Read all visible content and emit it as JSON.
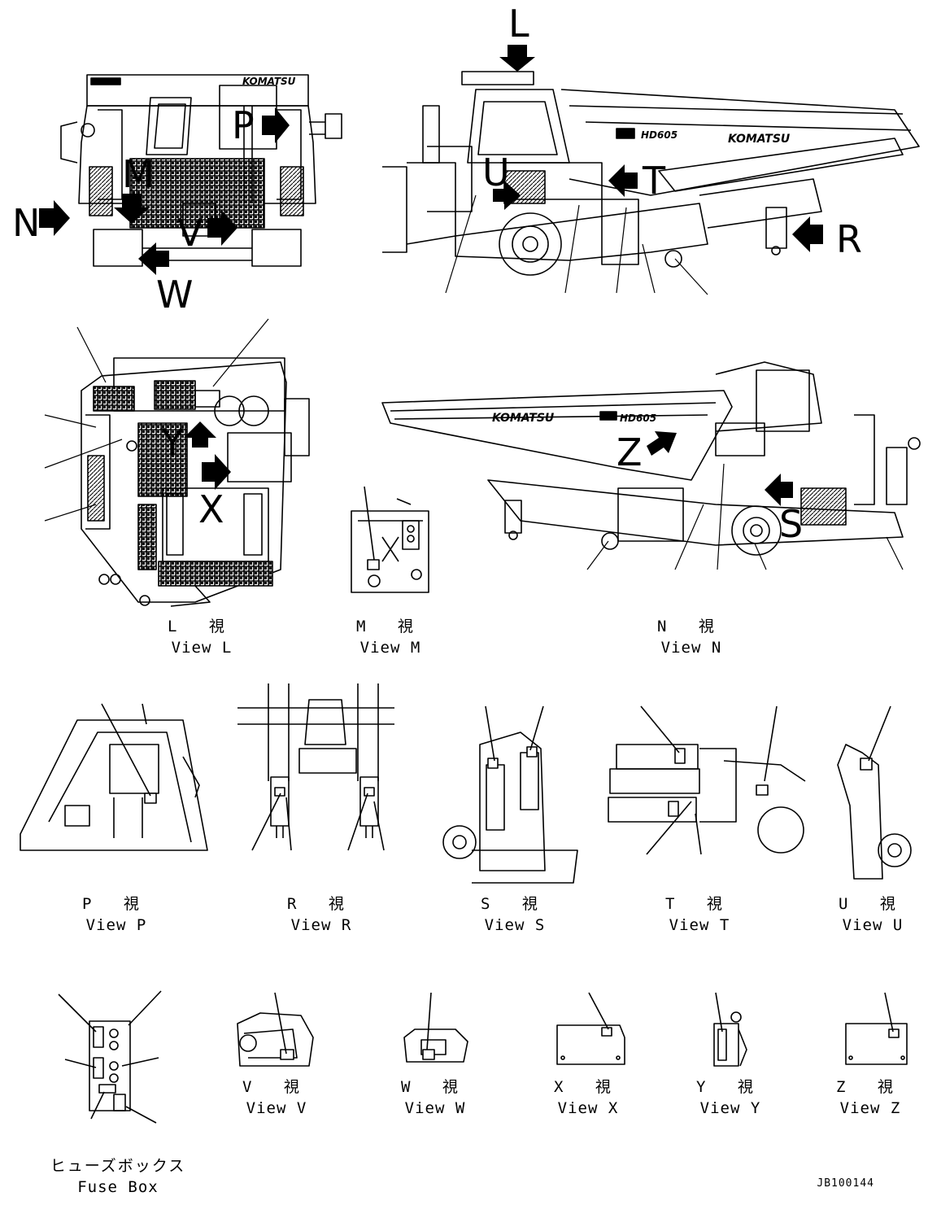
{
  "callout_letters": {
    "L": "L",
    "P": "P",
    "M": "M",
    "N": "N",
    "V": "V",
    "W": "W",
    "U": "U",
    "T": "T",
    "R": "R",
    "Y": "Y",
    "X": "X",
    "Z": "Z",
    "S": "S"
  },
  "brand": {
    "maker": "KOMATSU",
    "model": "HD605"
  },
  "views": [
    {
      "jp": "L 視",
      "en": "View L"
    },
    {
      "jp": "M 視",
      "en": "View M"
    },
    {
      "jp": "N 視",
      "en": "View N"
    },
    {
      "jp": "P 視",
      "en": "View P"
    },
    {
      "jp": "R 視",
      "en": "View R"
    },
    {
      "jp": "S 視",
      "en": "View S"
    },
    {
      "jp": "T 視",
      "en": "View T"
    },
    {
      "jp": "U 視",
      "en": "View U"
    },
    {
      "jp": "V 視",
      "en": "View V"
    },
    {
      "jp": "W 視",
      "en": "View W"
    },
    {
      "jp": "X 視",
      "en": "View X"
    },
    {
      "jp": "Y 視",
      "en": "View Y"
    },
    {
      "jp": "Z 視",
      "en": "View Z"
    }
  ],
  "fuse_box": {
    "jp": "ヒューズボックス",
    "en": "Fuse Box"
  },
  "drawing_number": "JB100144"
}
